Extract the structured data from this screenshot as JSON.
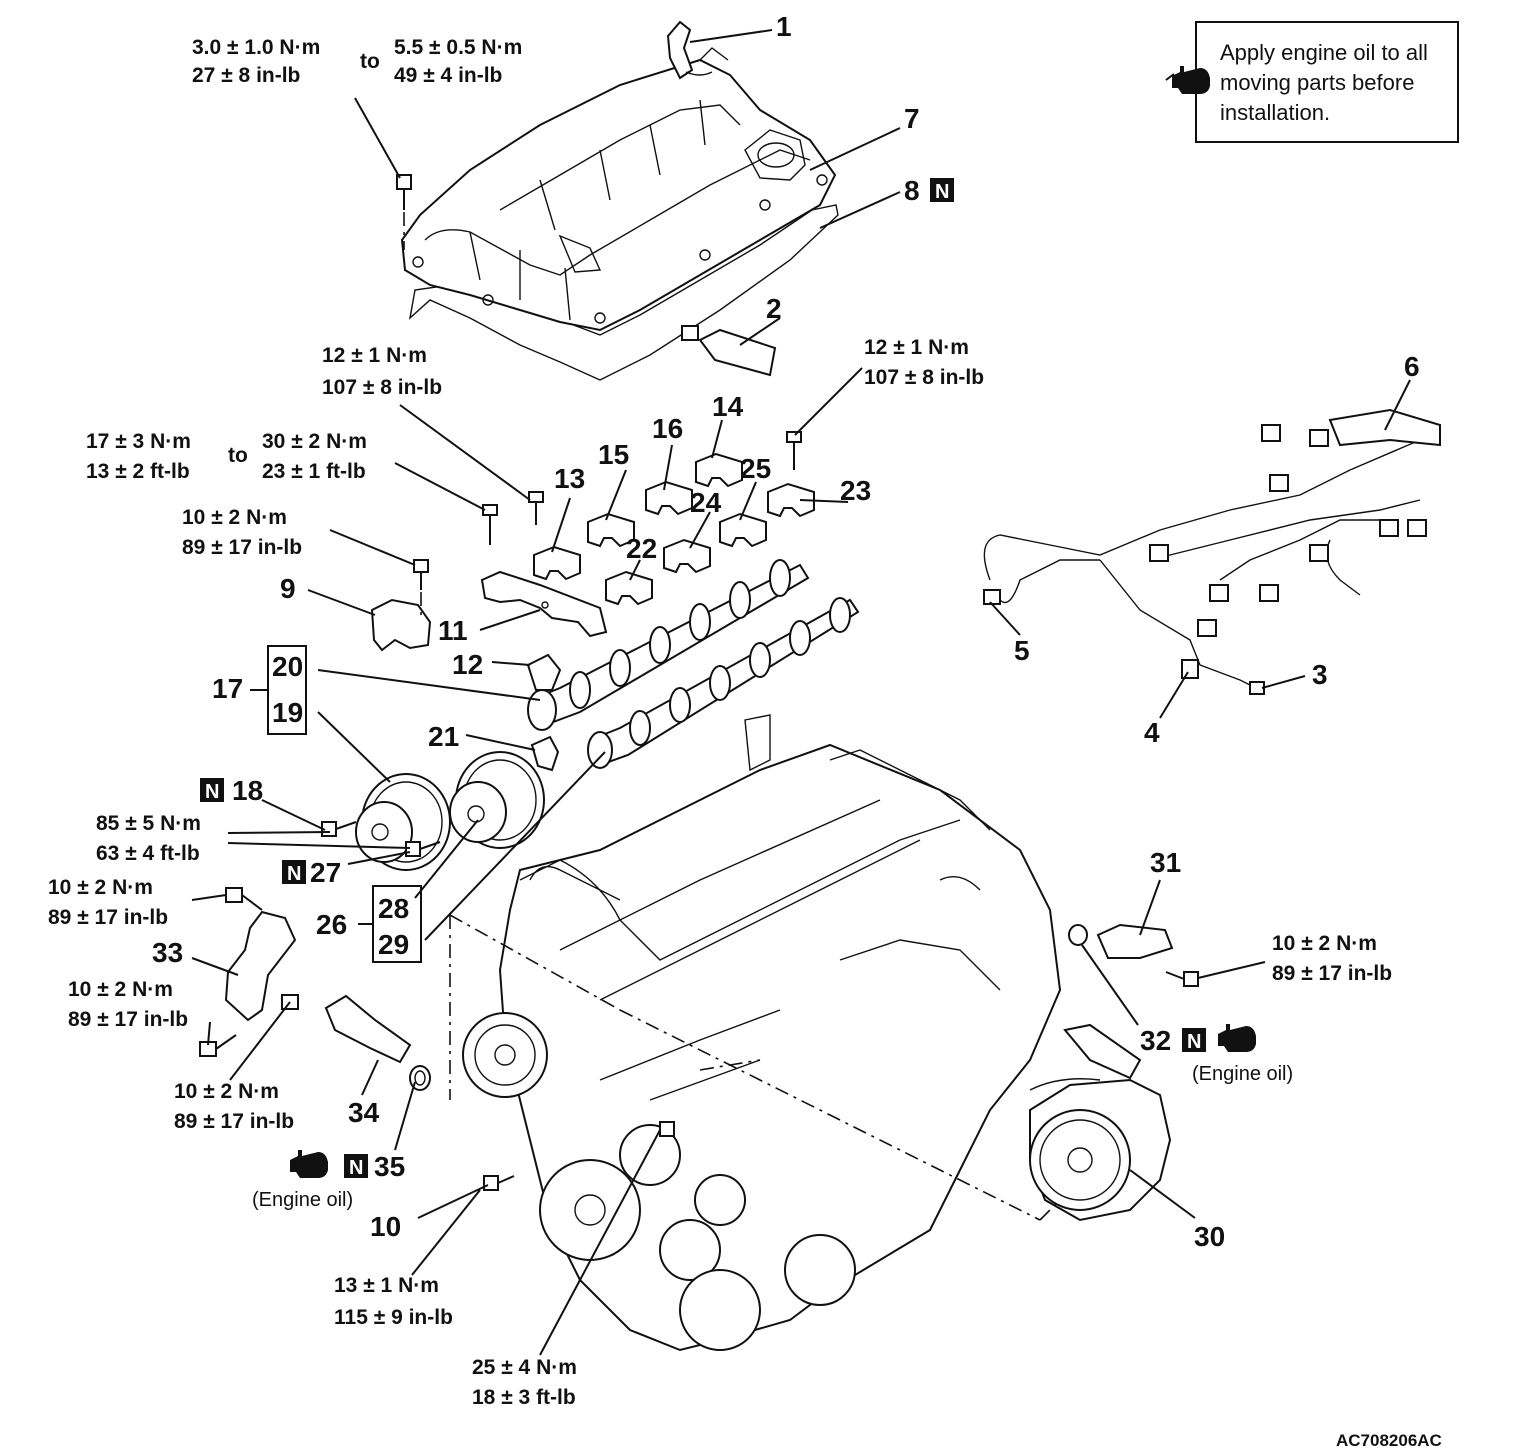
{
  "diagram_id": "AC708206AC",
  "note": {
    "line1": "Apply engine oil to all",
    "line2": "moving parts before",
    "line3": "installation."
  },
  "new_part_symbol": "N",
  "engine_oil_label": "(Engine oil)",
  "to_word": "to",
  "torques": {
    "t_cover_a1": "3.0 ± 1.0 N·m",
    "t_cover_a2": "27 ± 8 in-lb",
    "t_cover_b1": "5.5 ± 0.5 N·m",
    "t_cover_b2": "49 ± 4 in-lb",
    "t13_1": "12 ± 1 N·m",
    "t13_2": "107 ± 8 in-lb",
    "t23_1": "12 ± 1 N·m",
    "t23_2": "107 ± 8 in-lb",
    "t11_a1": "17 ± 3 N·m",
    "t11_a2": "13 ± 2 ft-lb",
    "t11_b1": "30 ± 2 N·m",
    "t11_b2": "23 ± 1 ft-lb",
    "t9_1": "10 ± 2 N·m",
    "t9_2": "89 ± 17 in-lb",
    "t18_1": "85 ± 5 N·m",
    "t18_2": "63 ± 4 ft-lb",
    "t33a_1": "10 ± 2 N·m",
    "t33a_2": "89 ± 17 in-lb",
    "t33b_1": "10 ± 2 N·m",
    "t33b_2": "89 ± 17 in-lb",
    "t34_1": "10 ± 2 N·m",
    "t34_2": "89 ± 17 in-lb",
    "t10_1": "13 ± 1 N·m",
    "t10_2": "115 ± 9 in-lb",
    "t30_1": "25 ± 4 N·m",
    "t30_2": "18 ± 3 ft-lb",
    "t31_1": "10 ± 2 N·m",
    "t31_2": "89 ± 17 in-lb"
  },
  "callouts": {
    "c1": "1",
    "c2": "2",
    "c3": "3",
    "c4": "4",
    "c5": "5",
    "c6": "6",
    "c7": "7",
    "c8": "8",
    "c9": "9",
    "c10": "10",
    "c11": "11",
    "c12": "12",
    "c13": "13",
    "c14": "14",
    "c15": "15",
    "c16": "16",
    "c17": "17",
    "c18": "18",
    "c19": "19",
    "c20": "20",
    "c21": "21",
    "c22": "22",
    "c23": "23",
    "c24": "24",
    "c25": "25",
    "c26": "26",
    "c27": "27",
    "c28": "28",
    "c29": "29",
    "c30": "30",
    "c31": "31",
    "c32": "32",
    "c33": "33",
    "c34": "34",
    "c35": "35"
  }
}
